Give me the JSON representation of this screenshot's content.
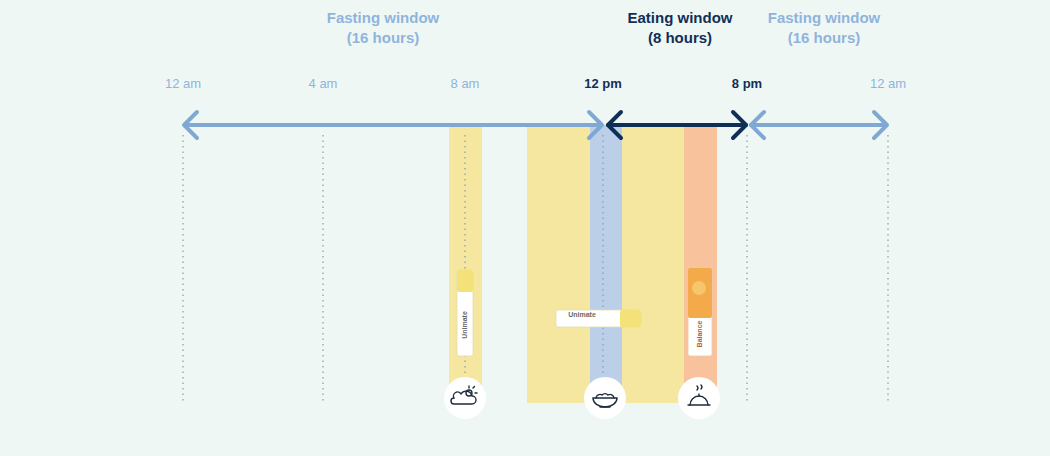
{
  "diagram": {
    "labels": [
      "Fasting window (16 hours)",
      "Eating window (8 hours)",
      "Fasting window (16 hours)",
      "12 am",
      "4 am",
      "8 am",
      "12 pm",
      "8 pm",
      "12 am",
      "Unimate",
      "Unimate",
      "Balance"
    ]
  }
}
